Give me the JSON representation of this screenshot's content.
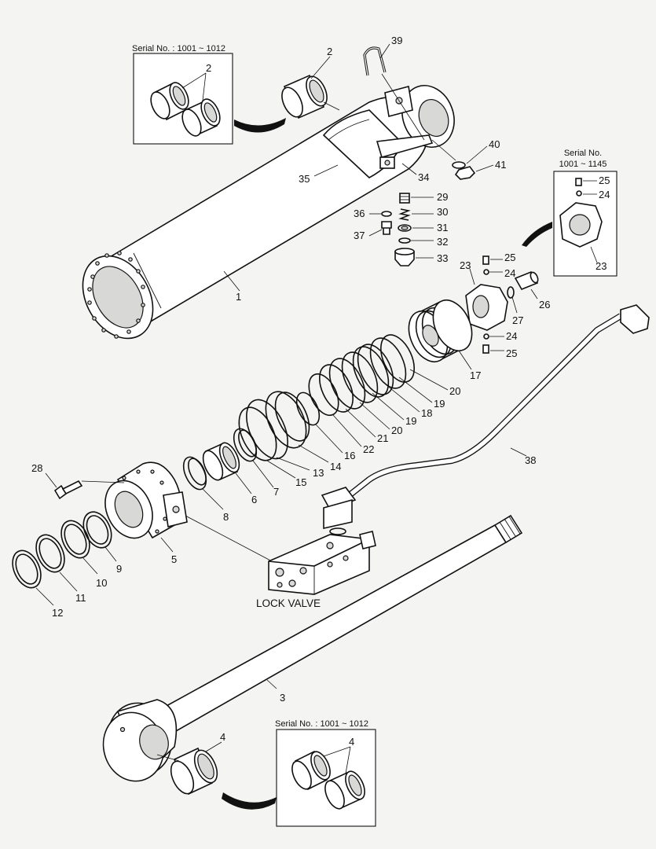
{
  "serial_notes": {
    "top_left": "Serial No. : 1001 ~ 1012",
    "right_line1": "Serial No.",
    "right_line2": "1001 ~ 1145",
    "bottom": "Serial No. : 1001 ~ 1012"
  },
  "lock_valve_label": "LOCK VALVE",
  "callouts": [
    {
      "id": "c2a",
      "text": "2"
    },
    {
      "id": "c2b",
      "text": "2"
    },
    {
      "id": "c39",
      "text": "39"
    },
    {
      "id": "c40",
      "text": "40"
    },
    {
      "id": "c41",
      "text": "41"
    },
    {
      "id": "c34",
      "text": "34"
    },
    {
      "id": "c35",
      "text": "35"
    },
    {
      "id": "c29",
      "text": "29"
    },
    {
      "id": "c36",
      "text": "36"
    },
    {
      "id": "c30",
      "text": "30"
    },
    {
      "id": "c31",
      "text": "31"
    },
    {
      "id": "c37",
      "text": "37"
    },
    {
      "id": "c32",
      "text": "32"
    },
    {
      "id": "c33",
      "text": "33"
    },
    {
      "id": "c1",
      "text": "1"
    },
    {
      "id": "c25a",
      "text": "25"
    },
    {
      "id": "c24a",
      "text": "24"
    },
    {
      "id": "c23a",
      "text": "23"
    },
    {
      "id": "c23b",
      "text": "23"
    },
    {
      "id": "c25b",
      "text": "25"
    },
    {
      "id": "c24b",
      "text": "24"
    },
    {
      "id": "c26",
      "text": "26"
    },
    {
      "id": "c27",
      "text": "27"
    },
    {
      "id": "c24c",
      "text": "24"
    },
    {
      "id": "c25c",
      "text": "25"
    },
    {
      "id": "c17",
      "text": "17"
    },
    {
      "id": "c20a",
      "text": "20"
    },
    {
      "id": "c19a",
      "text": "19"
    },
    {
      "id": "c18",
      "text": "18"
    },
    {
      "id": "c19b",
      "text": "19"
    },
    {
      "id": "c20b",
      "text": "20"
    },
    {
      "id": "c21",
      "text": "21"
    },
    {
      "id": "c22",
      "text": "22"
    },
    {
      "id": "c16",
      "text": "16"
    },
    {
      "id": "c14",
      "text": "14"
    },
    {
      "id": "c13",
      "text": "13"
    },
    {
      "id": "c15",
      "text": "15"
    },
    {
      "id": "c7",
      "text": "7"
    },
    {
      "id": "c6",
      "text": "6"
    },
    {
      "id": "c8",
      "text": "8"
    },
    {
      "id": "c28",
      "text": "28"
    },
    {
      "id": "c5",
      "text": "5"
    },
    {
      "id": "c9",
      "text": "9"
    },
    {
      "id": "c10",
      "text": "10"
    },
    {
      "id": "c11",
      "text": "11"
    },
    {
      "id": "c12",
      "text": "12"
    },
    {
      "id": "c38",
      "text": "38"
    },
    {
      "id": "c3",
      "text": "3"
    },
    {
      "id": "c4a",
      "text": "4"
    },
    {
      "id": "c4b",
      "text": "4"
    }
  ]
}
